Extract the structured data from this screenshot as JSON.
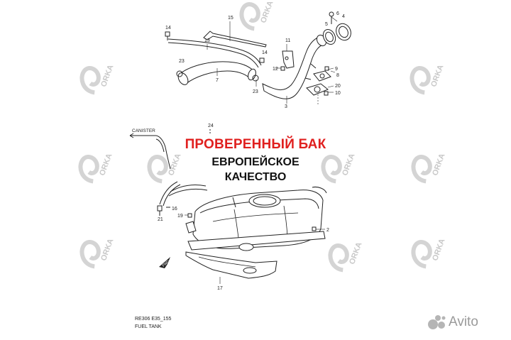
{
  "headline": {
    "line1": "ПРОВЕРЕННЫЙ БАК",
    "line2": "ЕВРОПЕЙСКОЕ",
    "line3": "КАЧЕСТВО",
    "line1_color": "#e0201f"
  },
  "diagram": {
    "canister_label": "CANISTER",
    "parts": {
      "p2": "2",
      "p3": "3",
      "p4": "4",
      "p5": "5",
      "p6": "6",
      "p7": "7",
      "p8": "8",
      "p9": "9",
      "p10": "10",
      "p11": "11",
      "p12": "12",
      "p13": "13",
      "p14a": "14",
      "p14b": "14",
      "p15": "15",
      "p16": "16",
      "p17": "17",
      "p19": "19",
      "p20": "20",
      "p21": "21",
      "p23a": "23",
      "p23b": "23",
      "p24": "24"
    },
    "code_line": "RE306 E35_155",
    "name_line": "FUEL TANK",
    "front_label": "FWD"
  },
  "watermark": {
    "text": "ORKA"
  },
  "brand": {
    "name": "Avito",
    "dot_colors": [
      "#97cf26",
      "#0af",
      "#a169f7",
      "#ff6163"
    ]
  }
}
